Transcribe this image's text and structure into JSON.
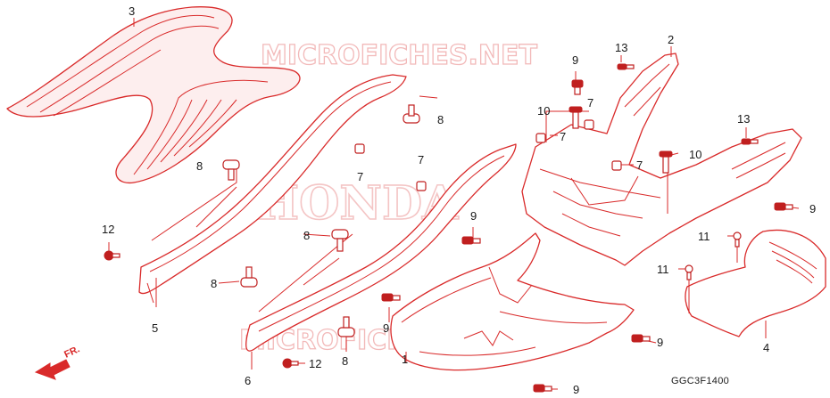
{
  "watermarks": {
    "top": "MICROFICHES.NET",
    "bottom": "MICROFICHES.NET",
    "logo": "HONDA"
  },
  "direction": "FR.",
  "diagram_code": "GGC3F1400",
  "colors": {
    "parts": "#d92a2a",
    "watermark": "#f2b9b9",
    "text": "#1a1a1a"
  },
  "callouts": {
    "c1": "1",
    "c2": "2",
    "c3": "3",
    "c4": "4",
    "c5": "5",
    "c6": "6",
    "c7a": "7",
    "c7b": "7",
    "c7c": "7",
    "c7d": "7",
    "c7e": "7",
    "c8a": "8",
    "c8b": "8",
    "c8c": "8",
    "c8d": "8",
    "c8e": "8",
    "c9a": "9",
    "c9b": "9",
    "c9c": "9",
    "c9d": "9",
    "c9e": "9",
    "c9f": "9",
    "c10a": "10",
    "c10b": "10",
    "c11a": "11",
    "c11b": "11",
    "c12a": "12",
    "c12b": "12",
    "c13a": "13",
    "c13b": "13"
  }
}
